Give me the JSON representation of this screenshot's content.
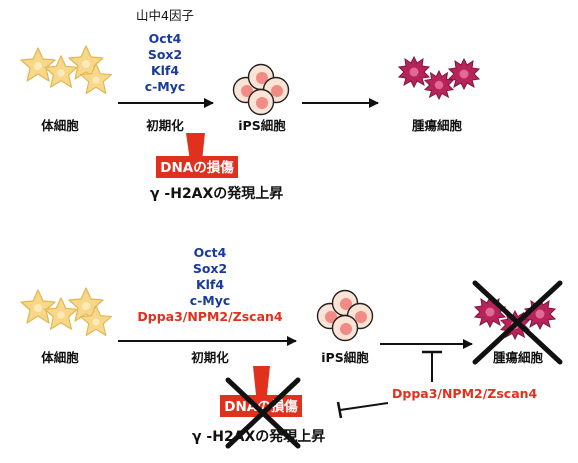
{
  "panel_top": {
    "factors_title": "山中4因子",
    "factors": [
      "Oct4",
      "Sox2",
      "Klf4",
      "c-Myc"
    ],
    "somatic_label": "体細胞",
    "reprogramming_label": "初期化",
    "ips_label": "iPS細胞",
    "tumor_label": "腫瘍細胞",
    "damage_label": "DNAの損傷",
    "marker_label": "γ -H2AXの発現上昇"
  },
  "panel_bottom": {
    "factors": [
      "Oct4",
      "Sox2",
      "Klf4",
      "c-Myc"
    ],
    "extra_factors": "Dppa3/NPM2/Zscan4",
    "somatic_label": "体細胞",
    "reprogramming_label": "初期化",
    "ips_label": "iPS細胞",
    "tumor_label": "腫瘍細胞",
    "damage_label": "DNAの損傷",
    "marker_label": "γ -H2AXの発現上昇",
    "inhibitor_label": "Dppa3/NPM2/Zscan4"
  },
  "colors": {
    "factor_blue": "#1a3a9c",
    "highlight_red": "#e0301e",
    "somatic_fill": "#f7d88a",
    "ips_fill": "#fbe3d6",
    "ips_nucleus": "#f08b86",
    "tumor_fill": "#b8235a"
  }
}
